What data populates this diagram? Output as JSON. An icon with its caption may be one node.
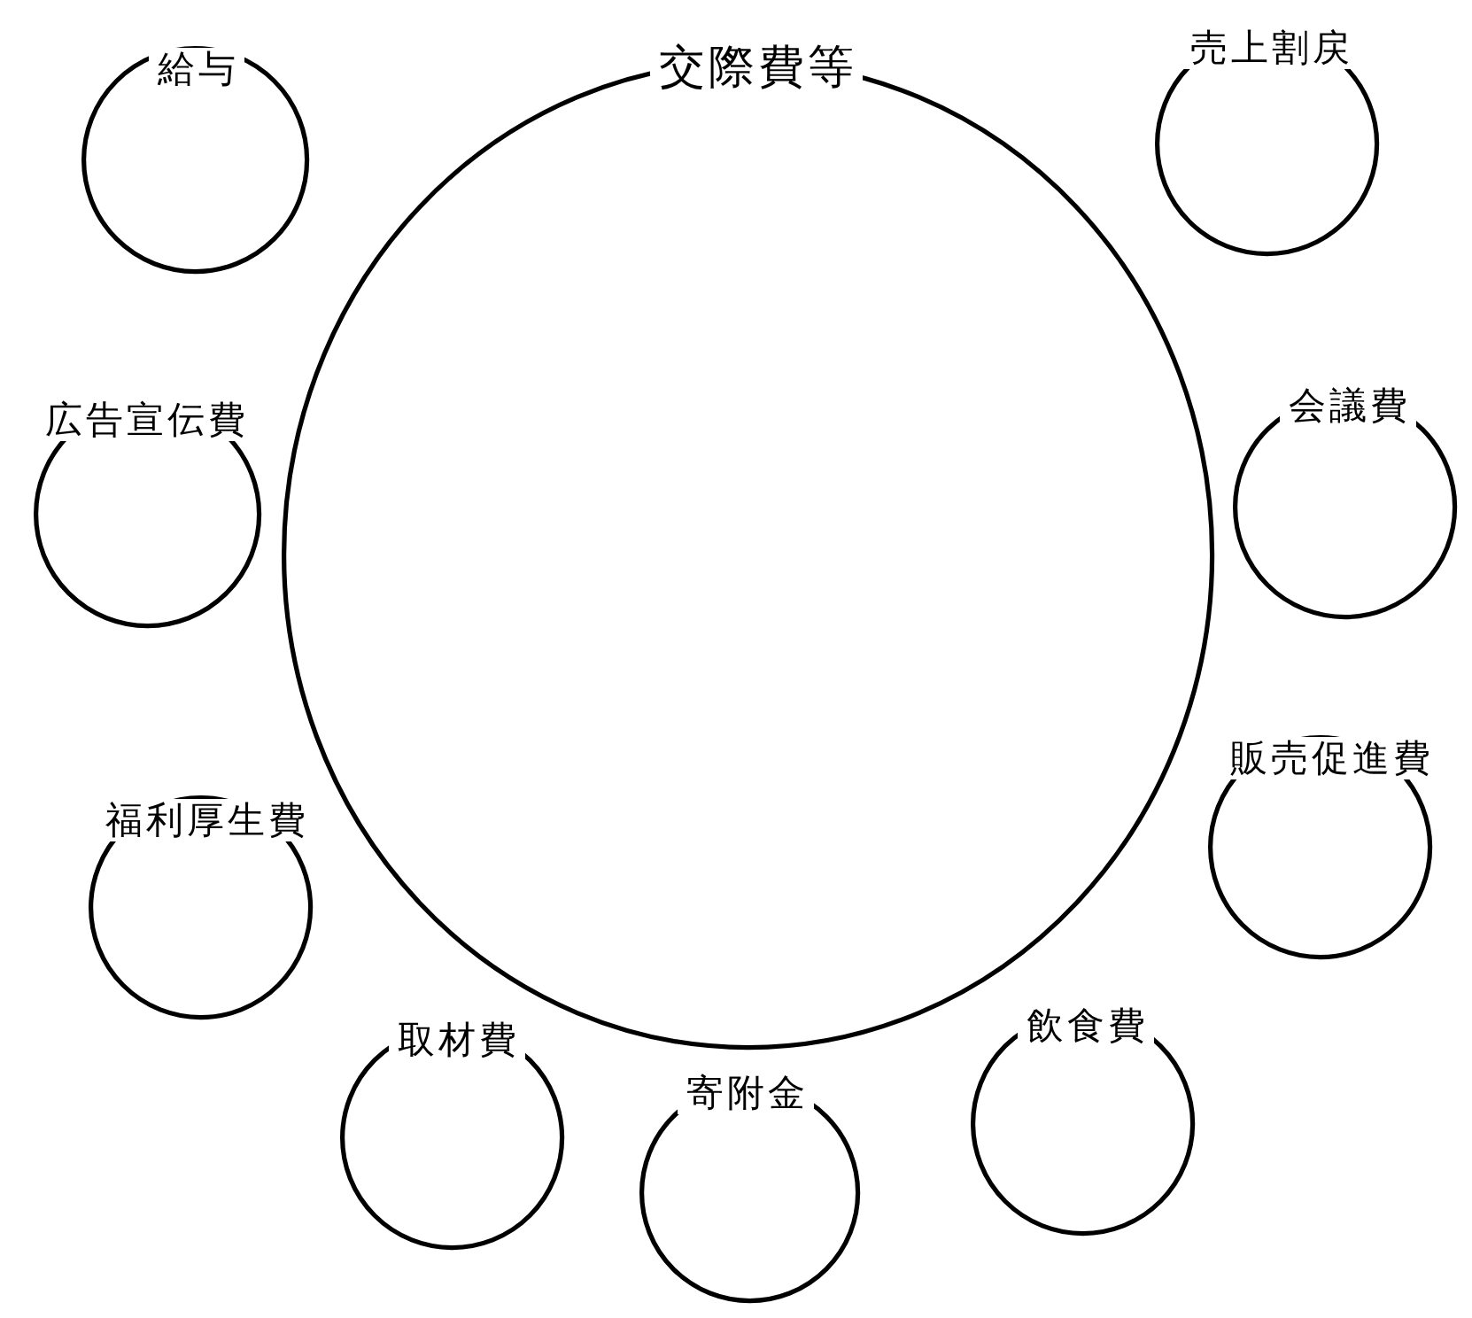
{
  "diagram": {
    "nodes": [
      {
        "text": [
          "給与"
        ]
      },
      {
        "text": [
          "交際費等"
        ]
      },
      {
        "text": [
          "売上割戻"
        ]
      },
      {
        "text": [
          "広告宣伝費"
        ]
      },
      {
        "text": [
          "会議費"
        ]
      },
      {
        "text": [
          "販売促進費"
        ]
      },
      {
        "text": [
          "福利厚生費"
        ]
      },
      {
        "text": [
          "取材費"
        ]
      },
      {
        "text": [
          "飲食費"
        ]
      },
      {
        "text": [
          "寄附金"
        ]
      }
    ]
  }
}
